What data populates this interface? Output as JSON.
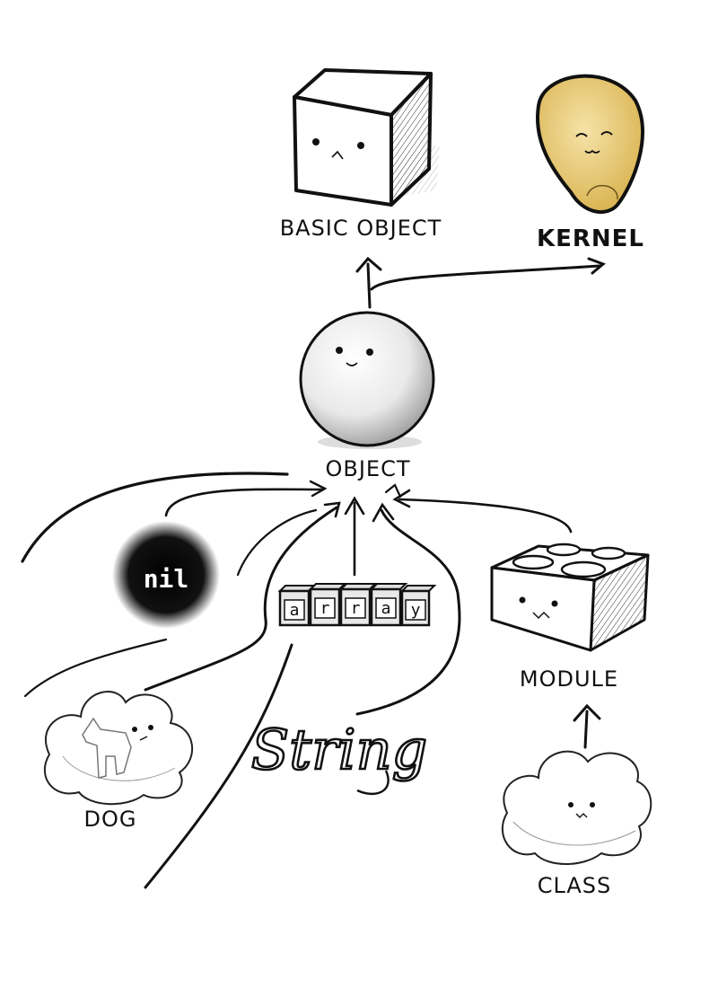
{
  "diagram": {
    "nodes": {
      "basic_object": {
        "label": "BASIC OBJECT",
        "icon": "cube-icon"
      },
      "kernel": {
        "label": "KERNEL",
        "icon": "peanut-icon",
        "color": "#e8c66a"
      },
      "object": {
        "label": "OBJECT",
        "icon": "sphere-icon"
      },
      "nil": {
        "label": "nil",
        "icon": "black-blob-icon"
      },
      "array": {
        "letters": [
          "a",
          "r",
          "r",
          "a",
          "y"
        ],
        "icon": "letter-blocks-icon"
      },
      "string": {
        "label": "String",
        "icon": "yarn-text-icon"
      },
      "module": {
        "label": "MODULE",
        "icon": "lego-brick-icon"
      },
      "dog": {
        "label": "DOG",
        "icon": "cloud-dog-icon"
      },
      "class": {
        "label": "CLASS",
        "icon": "cloud-icon"
      }
    }
  }
}
